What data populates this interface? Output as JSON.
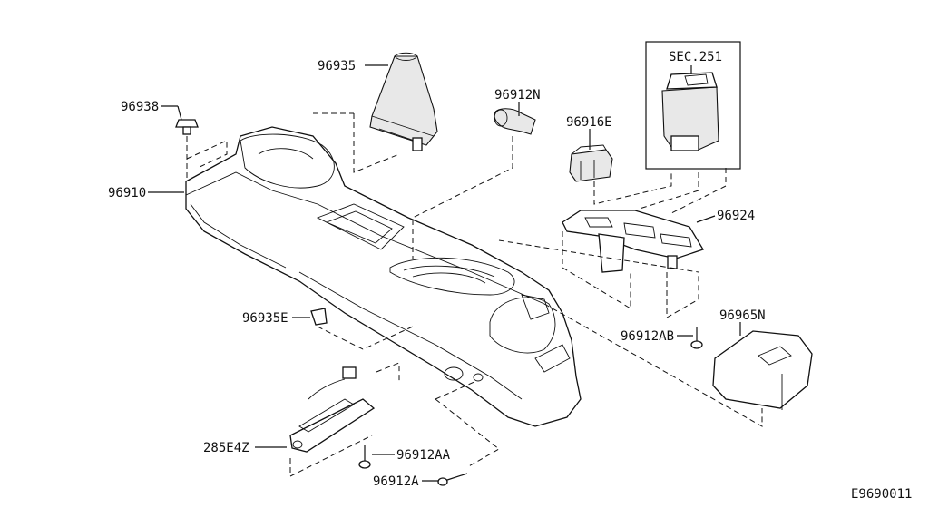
{
  "diagram": {
    "labels": {
      "p96935": "96935",
      "p96938": "96938",
      "p96910": "96910",
      "p96912N": "96912N",
      "p96916E": "96916E",
      "sec251": "SEC.251",
      "p96924": "96924",
      "p96965N": "96965N",
      "p96912AB": "96912AB",
      "p96935E": "96935E",
      "p285E4Z": "285E4Z",
      "p96912AA": "96912AA",
      "p96912A": "96912A"
    },
    "drawing_id": "E9690011"
  }
}
